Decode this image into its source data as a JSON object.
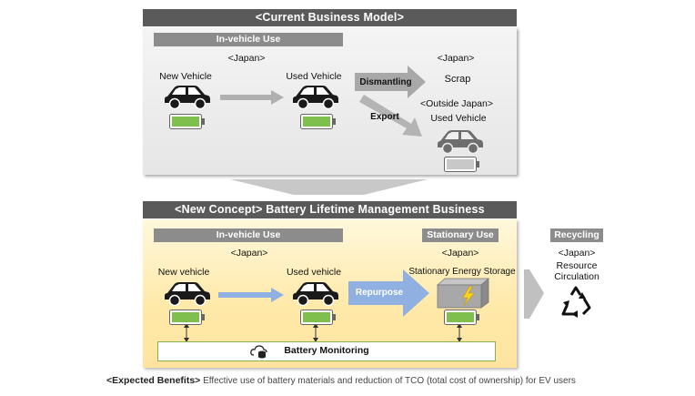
{
  "current": {
    "title": "<Current Business Model>",
    "in_vehicle_header": "In-vehicle Use",
    "japan_label": "<Japan>",
    "new_vehicle": "New Vehicle",
    "used_vehicle": "Used Vehicle",
    "dismantling": "Dismantling",
    "export": "Export",
    "japan_label_right": "<Japan>",
    "scrap": "Scrap",
    "outside_japan": "<Outside Japan>",
    "used_vehicle_outside": "Used Vehicle"
  },
  "concept": {
    "title": "<New Concept> Battery Lifetime Management Business",
    "in_vehicle_header": "In-vehicle Use",
    "stationary_header": "Stationary Use",
    "japan_label": "<Japan>",
    "japan_label_stationary": "<Japan>",
    "new_vehicle": "New vehicle",
    "used_vehicle": "Used vehicle",
    "repurpose": "Repurpose",
    "stationary_storage": "Stationary Energy Storage",
    "battery_monitoring": "Battery Monitoring"
  },
  "recycling": {
    "header": "Recycling",
    "japan_label": "<Japan>",
    "resource_line1": "Resource",
    "resource_line2": "Circulation"
  },
  "benefits": {
    "label": "<Expected Benefits>",
    "text": "Effective use of battery materials and reduction of TCO (total cost of ownership) for EV users"
  },
  "colors": {
    "banner": "#5a5a5a",
    "subheader": "#8c8c8c",
    "battery_green": "#7fbf4d",
    "arrow_blue": "#8fb0e0",
    "arrow_gray": "#a8a8a8"
  }
}
